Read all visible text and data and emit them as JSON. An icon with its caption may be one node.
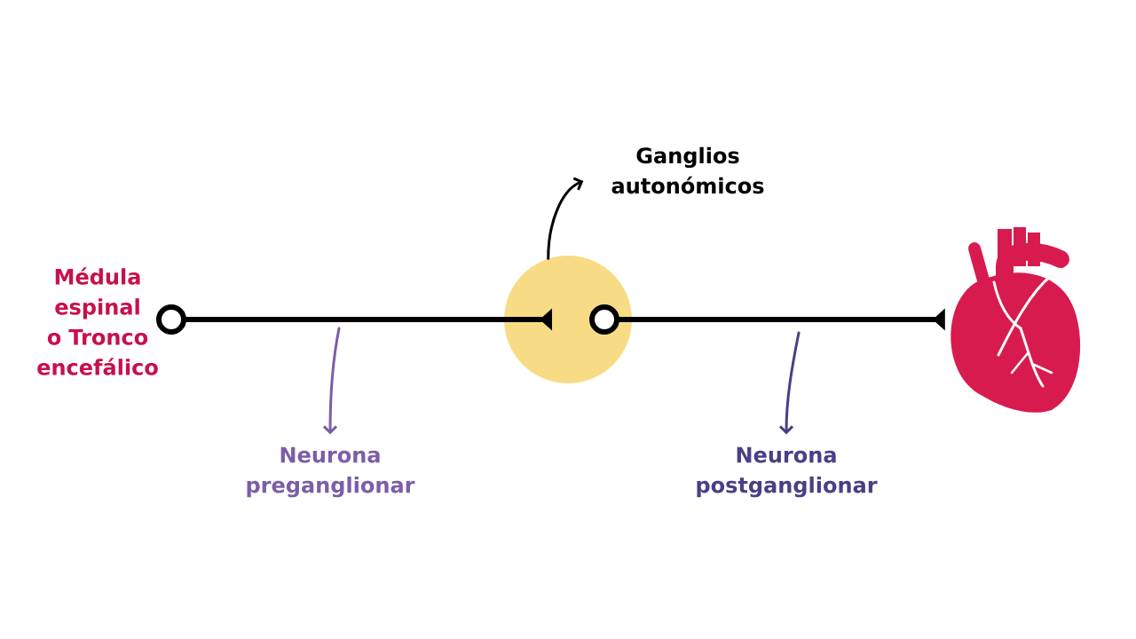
{
  "diagram": {
    "nodes": [
      {
        "text": [],
        "shape": "circle",
        "beside": [
          "Médula espinal o Tronco encefálico"
        ]
      },
      {
        "text": [],
        "shape": "circle"
      },
      {
        "text": [
          "Ganglios autonómicos"
        ]
      },
      {
        "text": [],
        "shape": "circle",
        "in": 1
      },
      {
        "text": [],
        "shape": "picture"
      },
      {
        "text": [
          "Neurona preganglionar"
        ]
      },
      {
        "text": [
          "Neurona postganglionar"
        ]
      }
    ],
    "edges": [
      {
        "from": 0,
        "to": 1,
        "arrow": "other",
        "style": "thick"
      },
      {
        "from": 3,
        "to": 4,
        "arrow": "other",
        "style": "thick"
      },
      {
        "from": 1,
        "to": 2,
        "arrow": "to"
      },
      {
        "from": null,
        "to": 5,
        "arrow": "to",
        "color": "#7b5ea7"
      },
      {
        "from": null,
        "to": 6,
        "arrow": "to",
        "color": "#4a3f86"
      }
    ]
  }
}
